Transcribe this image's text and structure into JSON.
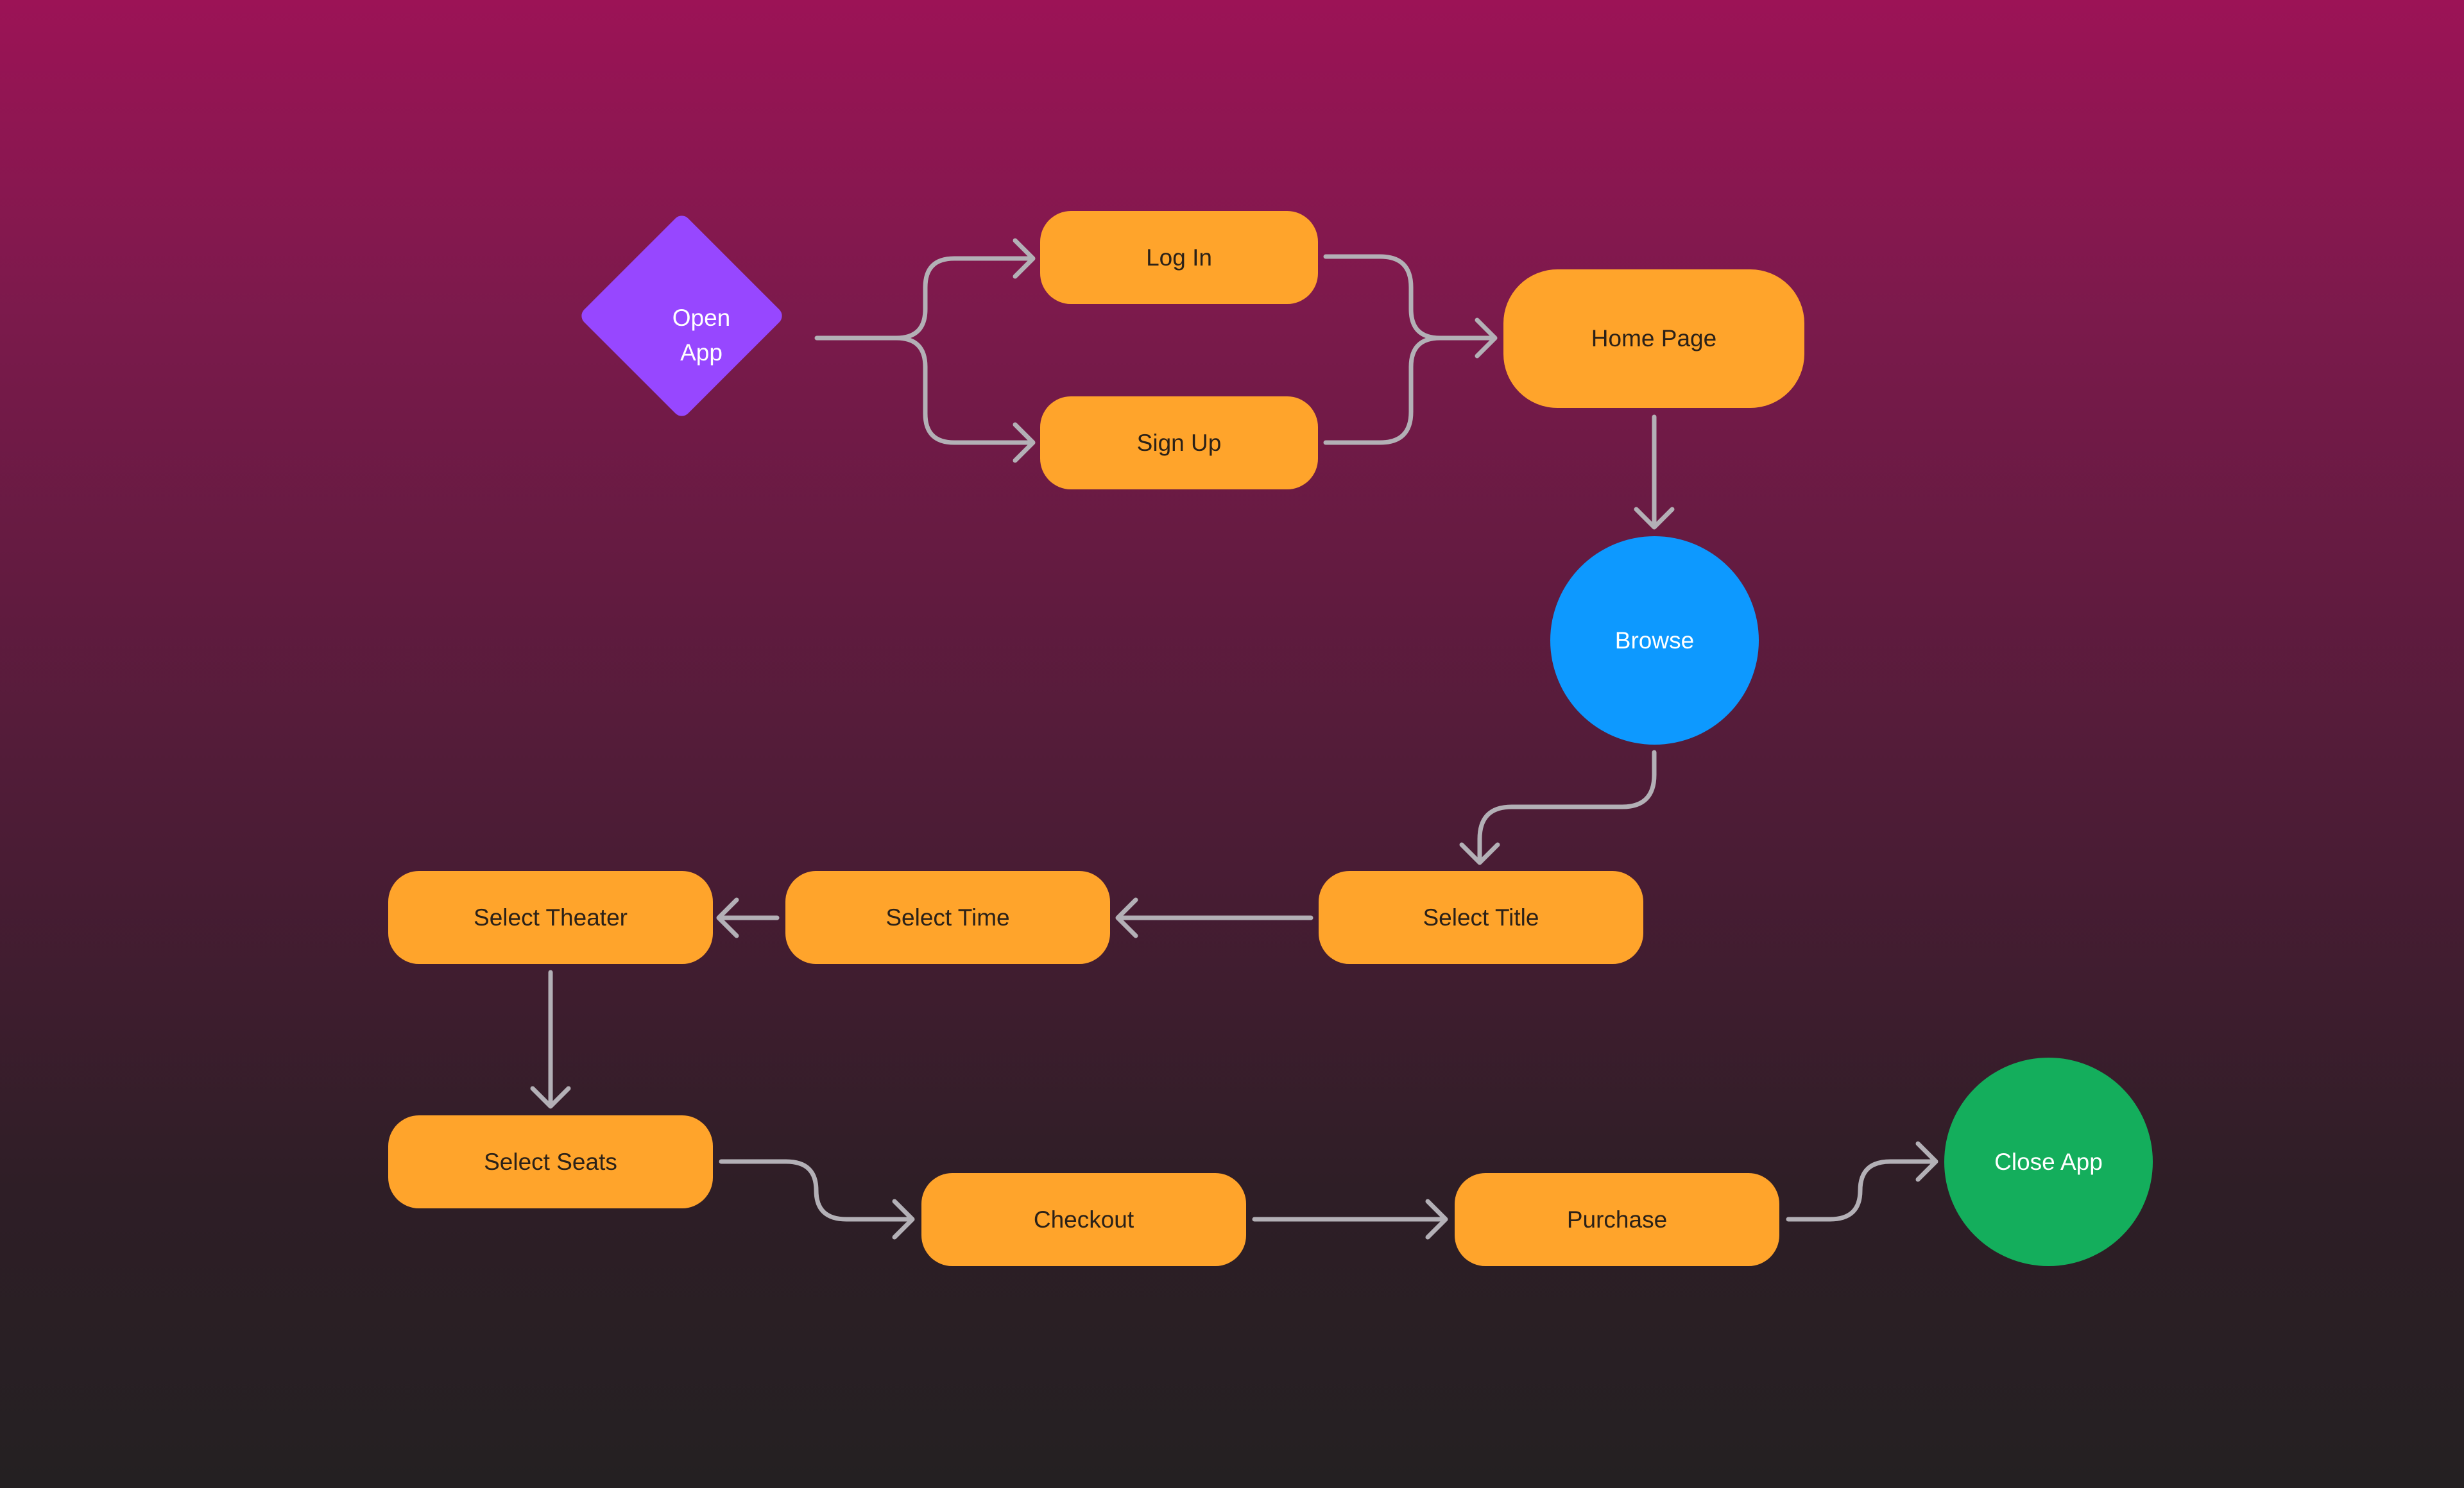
{
  "colors": {
    "process": "#ffa42b",
    "start": "#9747ff",
    "browse": "#0d99ff",
    "end": "#14ae5c",
    "connector": "#b3b0b6"
  },
  "nodes": {
    "open_app": "Open\nApp",
    "log_in": "Log In",
    "sign_up": "Sign Up",
    "home_page": "Home Page",
    "browse": "Browse",
    "select_title": "Select Title",
    "select_time": "Select Time",
    "select_theater": "Select Theater",
    "select_seats": "Select Seats",
    "checkout": "Checkout",
    "purchase": "Purchase",
    "close_app": "Close App"
  },
  "edges": [
    {
      "from": "open_app",
      "to": "log_in"
    },
    {
      "from": "open_app",
      "to": "sign_up"
    },
    {
      "from": "log_in",
      "to": "home_page"
    },
    {
      "from": "sign_up",
      "to": "home_page"
    },
    {
      "from": "home_page",
      "to": "browse"
    },
    {
      "from": "browse",
      "to": "select_title"
    },
    {
      "from": "select_title",
      "to": "select_time"
    },
    {
      "from": "select_time",
      "to": "select_theater"
    },
    {
      "from": "select_theater",
      "to": "select_seats"
    },
    {
      "from": "select_seats",
      "to": "checkout"
    },
    {
      "from": "checkout",
      "to": "purchase"
    },
    {
      "from": "purchase",
      "to": "close_app"
    }
  ]
}
